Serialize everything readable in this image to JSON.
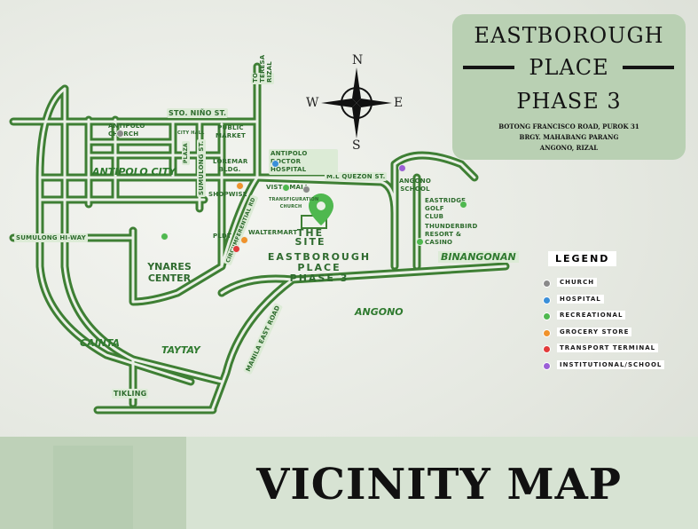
{
  "title": {
    "line1": "EASTBOROUGH",
    "line2": "PLACE",
    "line3": "PHASE 3",
    "address1": "BOTONG FRANCISCO ROAD, PUROK 31",
    "address2": "BRGY. MAHABANG PARANG",
    "address3": "ANGONO, RIZAL"
  },
  "compass": {
    "n": "N",
    "s": "S",
    "e": "E",
    "w": "W"
  },
  "roads": {
    "sto_nino": "STO. NIÑO ST.",
    "to_teresa": "TO TERESA RIZAL",
    "sumulong_st": "SUMULONG ST.",
    "ml_quezon": "M.L QUEZON ST.",
    "sumulong_hiway": "SUMULONG HI-WAY",
    "circumferential": "CIRCUMFERENTIAL RD",
    "manila_east": "MANILA EAST ROAD",
    "tikling": "TIKLING",
    "plaza": "PLAZA"
  },
  "areas": {
    "antipolo_city": "ANTIPOLO CITY",
    "ynares": "YNARES CENTER",
    "cainta": "CAINTA",
    "taytay": "TAYTAY",
    "angono": "ANGONO",
    "binangonan": "BINANGONAN"
  },
  "places": {
    "antipolo_church": "ANTIPOLO CHURCH",
    "city_hall": "CITY HALL",
    "public_market": "PUBLIC MARKET",
    "loremar": "LOREMAR BLDG.",
    "antipolo_doctor": "ANTIPOLO DOCTOR HOSPITAL",
    "shopwise": "SHOPWISE",
    "vista_mall": "VISTA MALL",
    "transfiguration": "TRANSFIGURATION CHURCH",
    "pldt": "PLDT",
    "waltermart": "WALTERMART",
    "angono_school": "ANGONO SCHOOL",
    "eastridge": "EASTRIDGE GOLF CLUB",
    "thunderbird": "THUNDERBIRD RESORT & CASINO"
  },
  "site": {
    "line1": "THE",
    "line2": "SITE",
    "line3": "EASTBOROUGH",
    "line4": "PLACE",
    "line5": "PHASE 3"
  },
  "legend": {
    "title": "LEGEND",
    "items": [
      {
        "label": "CHURCH",
        "color": "#8a8a8a"
      },
      {
        "label": "HOSPITAL",
        "color": "#3a8fd9"
      },
      {
        "label": "RECREATIONAL",
        "color": "#4fb84f"
      },
      {
        "label": "GROCERY STORE",
        "color": "#f0922c"
      },
      {
        "label": "TRANSPORT TERMINAL",
        "color": "#e23b3b"
      },
      {
        "label": "INSTITUTIONAL/SCHOOL",
        "color": "#9b5fd6"
      }
    ]
  },
  "banner": {
    "title": "VICINITY MAP"
  },
  "colors": {
    "road": "#3e7f34",
    "road_inner": "#eaf0e6",
    "title_box": "#b9d0b3",
    "banner": "#d7e3d3"
  }
}
